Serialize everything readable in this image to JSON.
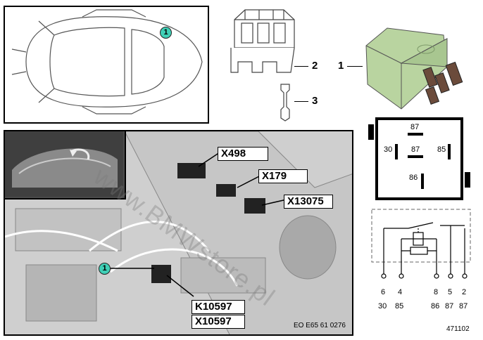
{
  "car_panel": {
    "badge": "1"
  },
  "photo_panel": {
    "badge": "1",
    "connectors": [
      "X498",
      "X179",
      "X13075"
    ],
    "relay_labels": [
      "K10597",
      "X10597"
    ],
    "caption": "EO E65 61 0276"
  },
  "parts": {
    "callout_1": "1",
    "callout_2": "2",
    "callout_3": "3"
  },
  "relay_pinout": {
    "pins": [
      "87",
      "30",
      "87",
      "85",
      "86"
    ]
  },
  "schematic": {
    "pin_numbers": [
      "6",
      "4",
      "8",
      "5",
      "2"
    ],
    "terminal_numbers": [
      "30",
      "85",
      "86",
      "87",
      "87"
    ]
  },
  "watermark": "www.BMWstore.pl",
  "diagram_id": "471102"
}
